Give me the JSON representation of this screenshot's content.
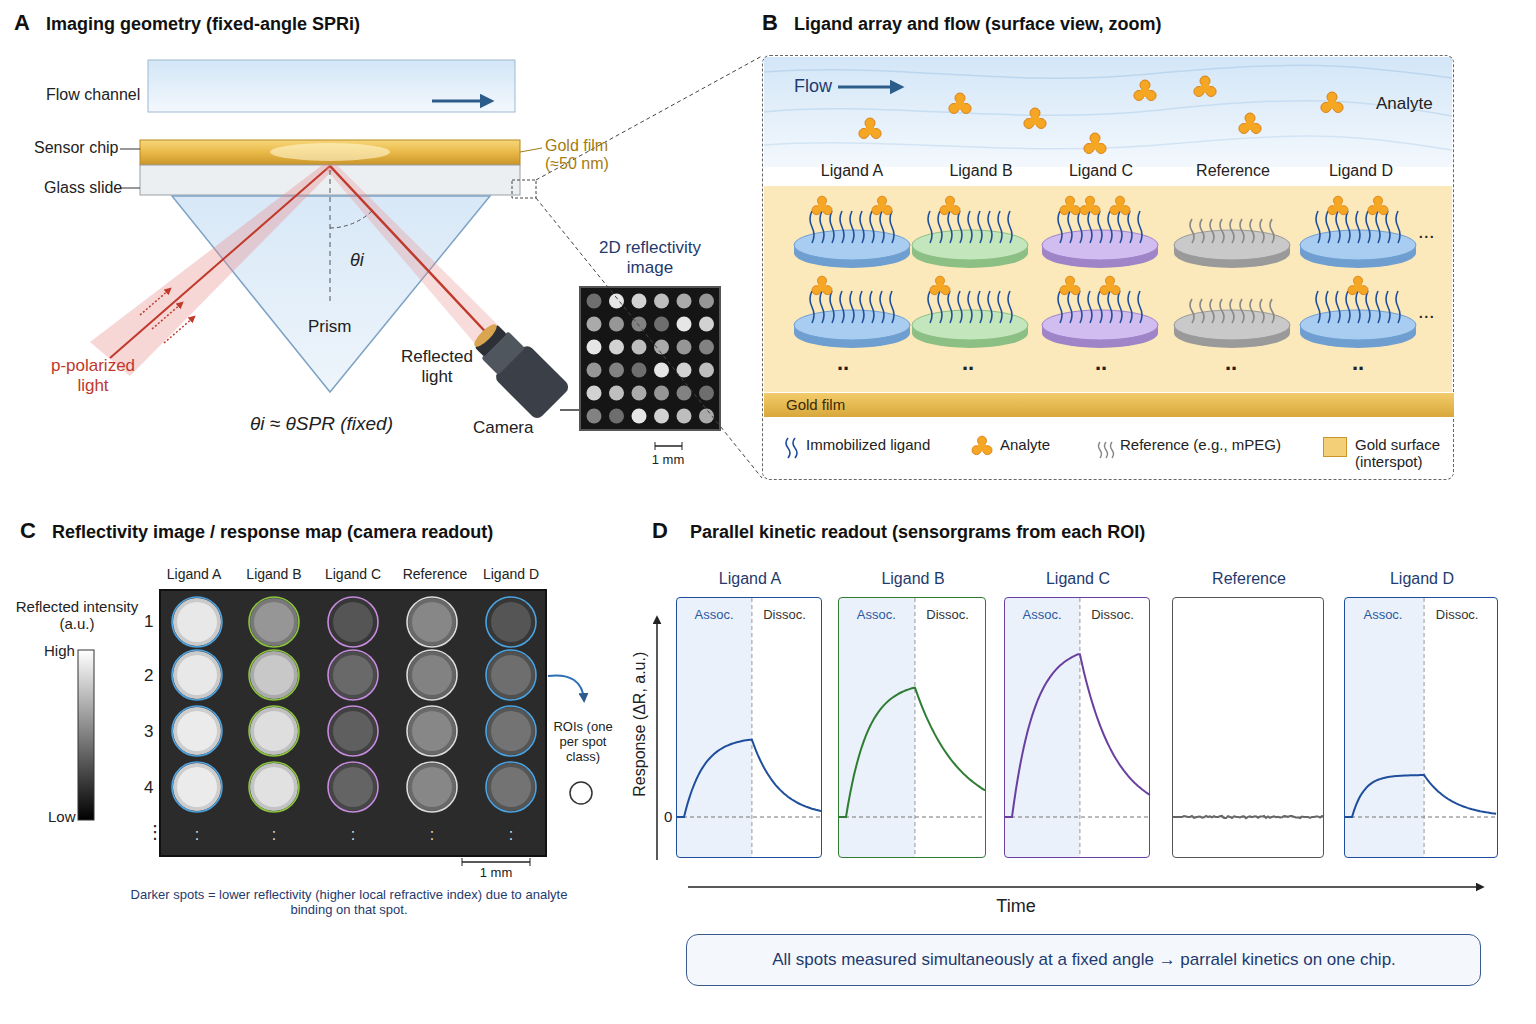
{
  "diagram": {
    "nodes": [
      {
        "text": [
          "2D reflectivity image"
        ]
      },
      {
        "text": [
          "Flow",
          "Analyte"
        ]
      },
      {
        "text": [
          "Gold film"
        ],
        "in": 1
      },
      {
        "text": [
          "Ligand A",
          "Assoc.",
          "Dissoc."
        ]
      },
      {
        "text": [
          "Ligand B",
          "Assoc.",
          "Dissoc."
        ]
      },
      {
        "text": [
          "Ligand C",
          "Assoc.",
          "Dissoc."
        ]
      },
      {
        "text": [
          "Reference"
        ]
      },
      {
        "text": [
          "Ligand D",
          "Assoc.",
          "Dissoc."
        ]
      },
      {
        "text": [
          "All spots measured simultaneously at a fixed angle → parralel kinetics on one chip."
        ]
      }
    ],
    "labels": [
      "A",
      "Imaging geometry (fixed-angle SPRi)",
      "Flow channel",
      "Sensor chip",
      "Glass slide",
      "Gold film (≈50 nm)",
      "θi",
      "Prism",
      "p-polarized light",
      "Reflected light",
      "Camera",
      "θi ≈ θSPR (fixed)",
      "1 mm",
      "B",
      "Ligand array and flow (surface view, zoom)",
      "Ligand A",
      "Ligand B",
      "Ligand C",
      "Reference",
      "Ligand D",
      "...",
      "...",
      "..",
      "..",
      "..",
      "..",
      "..",
      "C",
      "Reflectivity image / response map (camera readout)",
      "Reflected intensity (a.u.)",
      "High",
      "Low",
      "Ligand A",
      "Ligand B",
      "Ligand C",
      "Reference",
      "Ligand D",
      "1",
      "2",
      "3",
      "4",
      "⋮",
      ":",
      ":",
      ":",
      ":",
      ":",
      "ROIs (one per spot class)",
      "1 mm",
      "Darker spots = lower reflectivity (higher local refractive index) due to analyte binding on that spot.",
      "D",
      "Parallel kinetic readout (sensorgrams from each ROI)",
      "Response (ΔR, a.u.)",
      "0",
      "Time"
    ],
    "legend": [
      {
        "text": "Immobilized ligand"
      },
      {
        "text": "Analyte"
      },
      {
        "text": "Reference (e.g., mPEG)"
      },
      {
        "text": "Gold surface (interspot)",
        "color": "#f3cf78"
      }
    ]
  }
}
